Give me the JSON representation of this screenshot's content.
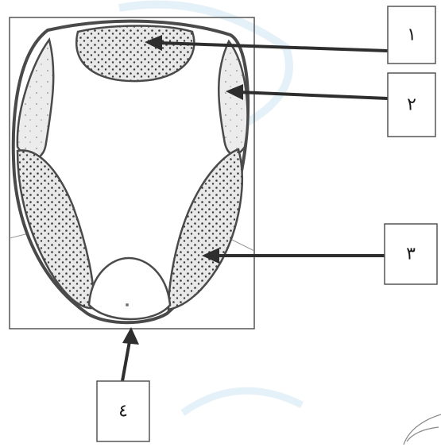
{
  "labels": [
    {
      "id": "label-1",
      "text": "١",
      "target": "region-1"
    },
    {
      "id": "label-2",
      "text": "٢",
      "target": "region-2"
    },
    {
      "id": "label-3",
      "text": "٣",
      "target": "region-3"
    },
    {
      "id": "label-4",
      "text": "٤",
      "target": "region-4"
    }
  ],
  "colors": {
    "outline": "#4a4a4a",
    "arrow": "#2e2e2e",
    "box": "#555555",
    "dot_fill": "#e8e8e8",
    "dots": "#3a3a3a",
    "watermark": "#cfe6f3"
  }
}
